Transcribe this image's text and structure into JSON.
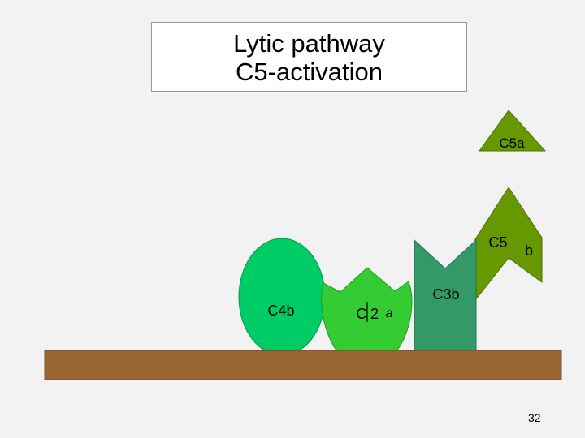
{
  "slide": {
    "title_line1": "Lytic pathway",
    "title_line2": "C5-activation",
    "page_number": "32"
  },
  "diagram": {
    "labels": {
      "c5a": "C5a",
      "c5": "C5",
      "b": "b",
      "c3b": "C3b",
      "c4b": "C4b",
      "c2_c": "C",
      "c2_2": "2",
      "c2_a": "a"
    },
    "colors": {
      "membrane": "#996633",
      "c4b": "#00cc66",
      "c2a": "#33cc33",
      "c3b": "#339966",
      "c5": "#669900",
      "c5a": "#669900"
    }
  }
}
